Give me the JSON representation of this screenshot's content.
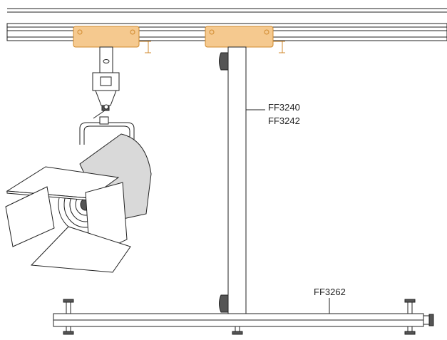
{
  "labels": {
    "upright": "FF3240",
    "upright_alt": "FF3242",
    "base_bar": "FF3262"
  },
  "colors": {
    "clamp_fill": "#f5c98f",
    "clamp_stroke": "#d08a2e",
    "line": "#222222"
  },
  "icons": {
    "clamp_left": "rail-clamp-icon",
    "clamp_right": "rail-clamp-icon",
    "luminaire": "fresnel-spotlight-icon"
  }
}
